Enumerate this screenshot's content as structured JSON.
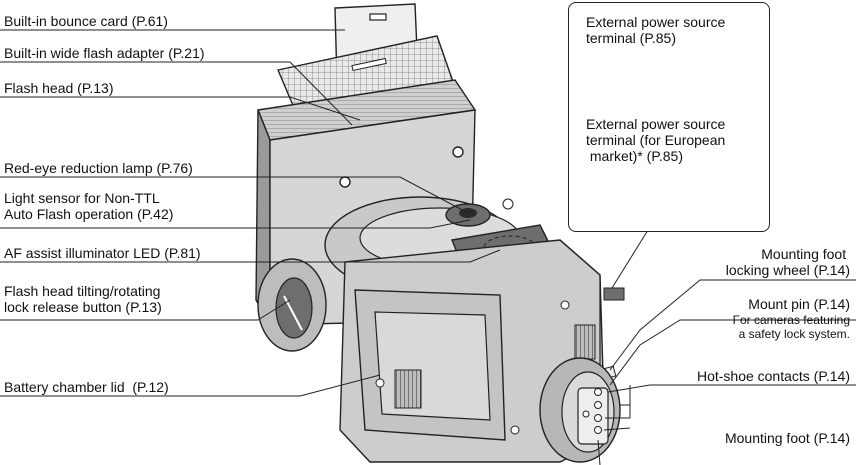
{
  "labels": {
    "bounce_card": "Built-in bounce card (P.61)",
    "wide_adapter": "Built-in wide flash adapter (P.21)",
    "flash_head": "Flash head (P.13)",
    "red_eye": "Red-eye reduction lamp (P.76)",
    "light_sensor": "Light sensor for Non-TTL\nAuto Flash operation (P.42)",
    "af_assist": "AF assist illuminator LED (P.81)",
    "tilt_release": "Flash head tilting/rotating\nlock release button (P.13)",
    "battery_lid": "Battery chamber lid  (P.12)",
    "locking_wheel": "Mounting foot \nlocking wheel (P.14)",
    "mount_pin": "Mount pin (P.14)",
    "mount_pin_note": "For cameras featuring\na safety lock system.",
    "hot_shoe": "Hot-shoe contacts (P.14)",
    "mounting_foot": "Mounting foot (P.14)"
  },
  "external_box": {
    "terminal_1": "External power source\nterminal (P.85)",
    "terminal_2": "External power source\nterminal (for European\n market)* (P.85)"
  },
  "colors": {
    "body_light": "#d8d8d8",
    "body_mid": "#b5b5b5",
    "body_dark": "#6e6e6e",
    "line": "#222222"
  }
}
